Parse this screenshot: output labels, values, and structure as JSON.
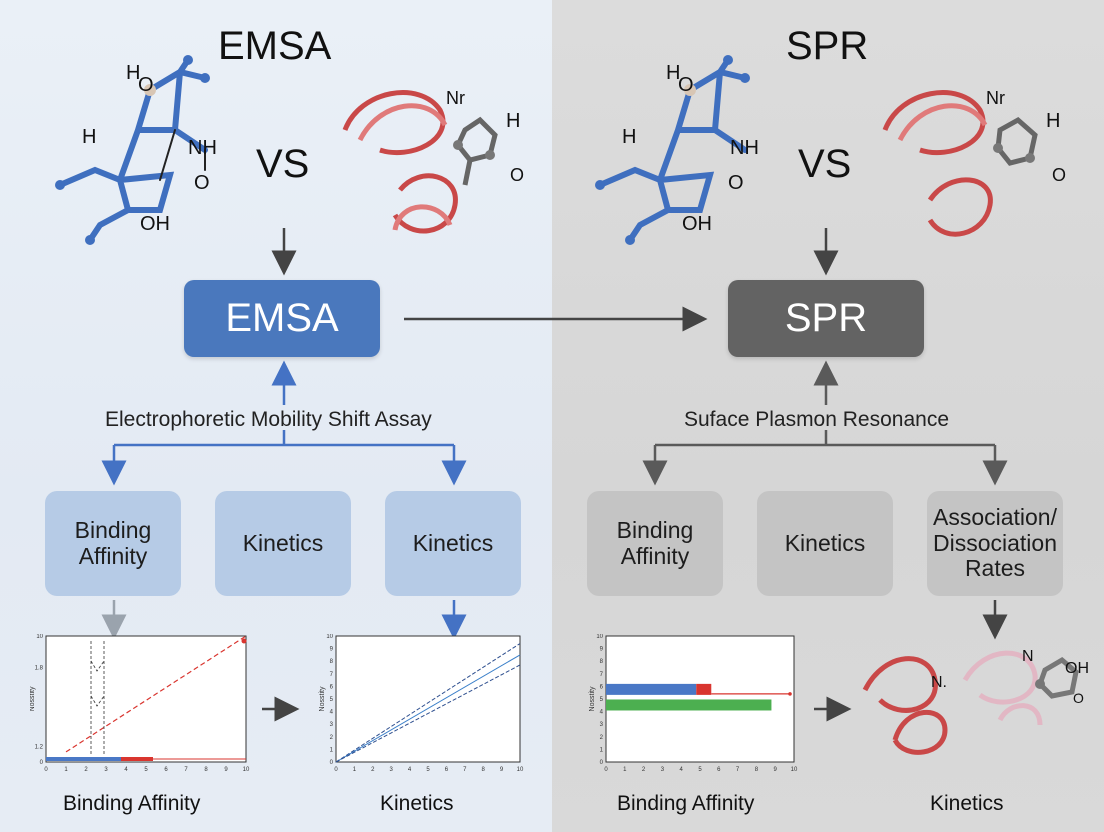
{
  "left": {
    "title": "EMSA",
    "vs": "VS",
    "method_box": "EMSA",
    "subtitle": "Electrophoretic Mobility Shift Assay",
    "cards": [
      "Binding\nAffinity",
      "Kinetics",
      "Kinetics"
    ],
    "bottom_labels": [
      "Binding Affinity",
      "Kinetics"
    ],
    "molecule_labels": {
      "h_top": "H",
      "o_top": "O",
      "h_left": "H",
      "nh": "NH",
      "o_mid": "O",
      "oh": "OH",
      "nr": "Nr",
      "h_right": "H",
      "o_right": "O"
    },
    "colors": {
      "box": "#4a78bd",
      "arrow": "#4472c4"
    }
  },
  "right": {
    "title": "SPR",
    "vs": "VS",
    "method_box": "SPR",
    "subtitle": "Suface Plasmon Resonance",
    "cards": [
      "Binding\nAffinity",
      "Kinetics",
      "Association/\nDissociation\nRates"
    ],
    "bottom_labels": [
      "Binding Affinity",
      "Kinetics"
    ],
    "molecule_labels": {
      "h_top": "H",
      "o_top": "O",
      "h_left": "H",
      "nh": "NH",
      "o_mid": "O",
      "oh": "OH",
      "nr": "Nr",
      "h_right": "H",
      "o_right": "O",
      "n1": "N.",
      "n2": "N",
      "oh2": "OH",
      "o2": "O"
    },
    "colors": {
      "box": "#636363",
      "arrow": "#5a5a5a"
    }
  },
  "charts": {
    "left_binding": {
      "ylabel": "Nosstity",
      "xticks": [
        "0",
        "1",
        "2",
        "3",
        "4",
        "5",
        "6",
        "7",
        "8",
        "9",
        "10"
      ],
      "yticks": [
        "0",
        "1.2",
        "",
        "",
        "",
        "",
        "1.8",
        "",
        "10"
      ]
    },
    "left_kinetics": {
      "ylabel": "Nosstity",
      "xticks": [
        "0",
        "1",
        "2",
        "3",
        "4",
        "5",
        "6",
        "7",
        "8",
        "9",
        "10"
      ],
      "yticks": [
        "0",
        "1",
        "2",
        "3",
        "4",
        "5",
        "6",
        "7",
        "8",
        "9",
        "10"
      ]
    },
    "right_binding": {
      "ylabel": "Nosstity",
      "xticks": [
        "0",
        "1",
        "2",
        "3",
        "4",
        "5",
        "6",
        "7",
        "8",
        "9",
        "10"
      ],
      "yticks": [
        "0",
        "1",
        "2",
        "3",
        "4",
        "5",
        "6",
        "7",
        "8",
        "9",
        "10"
      ]
    }
  },
  "chart_data": [
    {
      "type": "line",
      "title": "",
      "xlabel": "",
      "ylabel": "Nosstity",
      "xlim": [
        0,
        10
      ],
      "ylim": [
        0,
        10
      ],
      "series": [
        {
          "values": [
            [
              1,
              0.8
            ],
            [
              10,
              10
            ]
          ]
        }
      ]
    },
    {
      "type": "line",
      "title": "",
      "xlabel": "",
      "ylabel": "Nosstity",
      "xlim": [
        0,
        10
      ],
      "ylim": [
        0,
        10
      ],
      "series": [
        {
          "values": [
            [
              0,
              0
            ],
            [
              10,
              9.4
            ]
          ]
        },
        {
          "values": [
            [
              0,
              0
            ],
            [
              10,
              8.5
            ]
          ]
        },
        {
          "values": [
            [
              0,
              0
            ],
            [
              10,
              7.7
            ]
          ]
        }
      ]
    },
    {
      "type": "bar",
      "title": "",
      "xlabel": "",
      "ylabel": "Nosstity",
      "xlim": [
        0,
        10
      ],
      "ylim": [
        0,
        10
      ],
      "series": [
        {
          "values": [
            4.8
          ]
        },
        {
          "values": [
            5.6
          ]
        },
        {
          "values": [
            8.8
          ]
        }
      ]
    }
  ]
}
